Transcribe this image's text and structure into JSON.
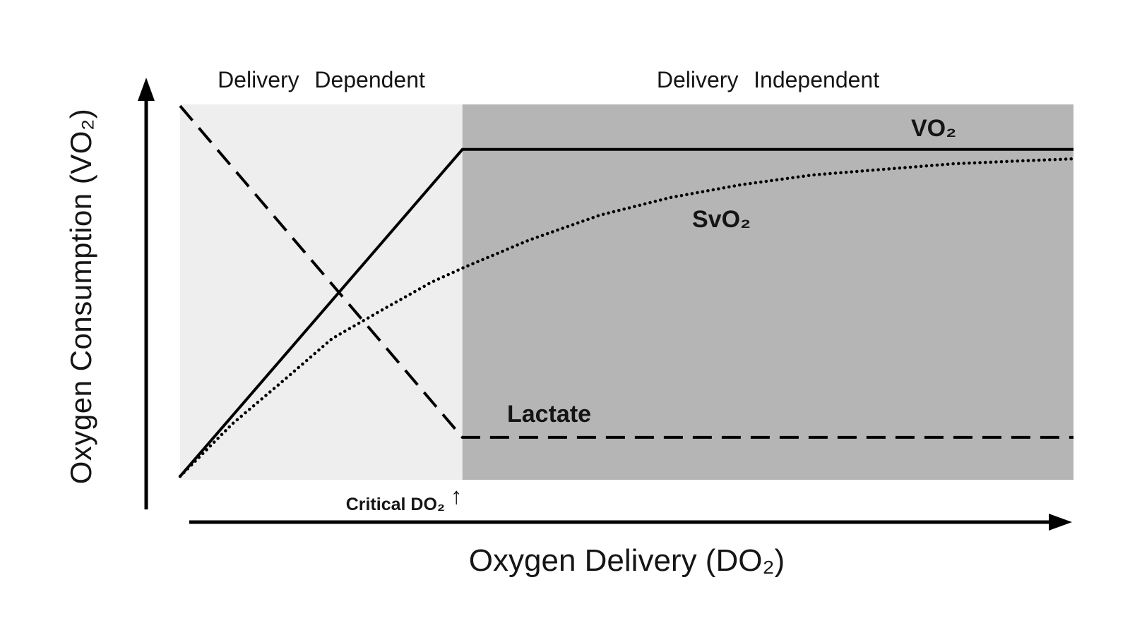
{
  "chart_data": {
    "type": "line",
    "title": "",
    "xlabel": "Oxygen Delivery (DO₂)",
    "ylabel": "Oxygen Consumption (VO₂)",
    "axes": {
      "x_numeric": false,
      "y_numeric": false,
      "grid": false,
      "legend": "inline-curve-labels"
    },
    "line_color": "#000000",
    "critical_do2_x_fraction": 0.316,
    "regions": [
      {
        "id": "delivery-dependent",
        "label": "Delivery Dependent",
        "x0": 0,
        "x1": 0.316,
        "color": "#eeeeee"
      },
      {
        "id": "delivery-independent",
        "label": "Delivery Independent",
        "x0": 0.316,
        "x1": 1,
        "color": "#b5b5b5"
      }
    ],
    "annotations": {
      "critical_label": "Critical DO₂",
      "critical_arrow": "↑"
    },
    "series": [
      {
        "id": "vo2",
        "name": "VO₂",
        "style": "solid",
        "description": "Rises linearly with DO₂ until critical DO₂, then plateaus",
        "points": [
          [
            0,
            0.009
          ],
          [
            0.316,
            0.88
          ],
          [
            1,
            0.88
          ]
        ]
      },
      {
        "id": "svo2",
        "name": "SvO₂",
        "style": "dotted",
        "description": "Saturating rise with DO₂",
        "points": [
          [
            0,
            0.009
          ],
          [
            0.059,
            0.15
          ],
          [
            0.115,
            0.263
          ],
          [
            0.17,
            0.376
          ],
          [
            0.225,
            0.451
          ],
          [
            0.281,
            0.526
          ],
          [
            0.316,
            0.564
          ],
          [
            0.391,
            0.639
          ],
          [
            0.47,
            0.705
          ],
          [
            0.549,
            0.752
          ],
          [
            0.628,
            0.786
          ],
          [
            0.708,
            0.812
          ],
          [
            0.787,
            0.827
          ],
          [
            0.866,
            0.842
          ],
          [
            0.945,
            0.85
          ],
          [
            1,
            0.855
          ]
        ]
      },
      {
        "id": "lactate",
        "name": "Lactate",
        "style": "dashed",
        "description": "Falls as DO₂ increases until critical DO₂, then flat baseline",
        "points": [
          [
            0,
            0.996
          ],
          [
            0.316,
            0.113
          ],
          [
            1,
            0.113
          ]
        ]
      }
    ]
  }
}
